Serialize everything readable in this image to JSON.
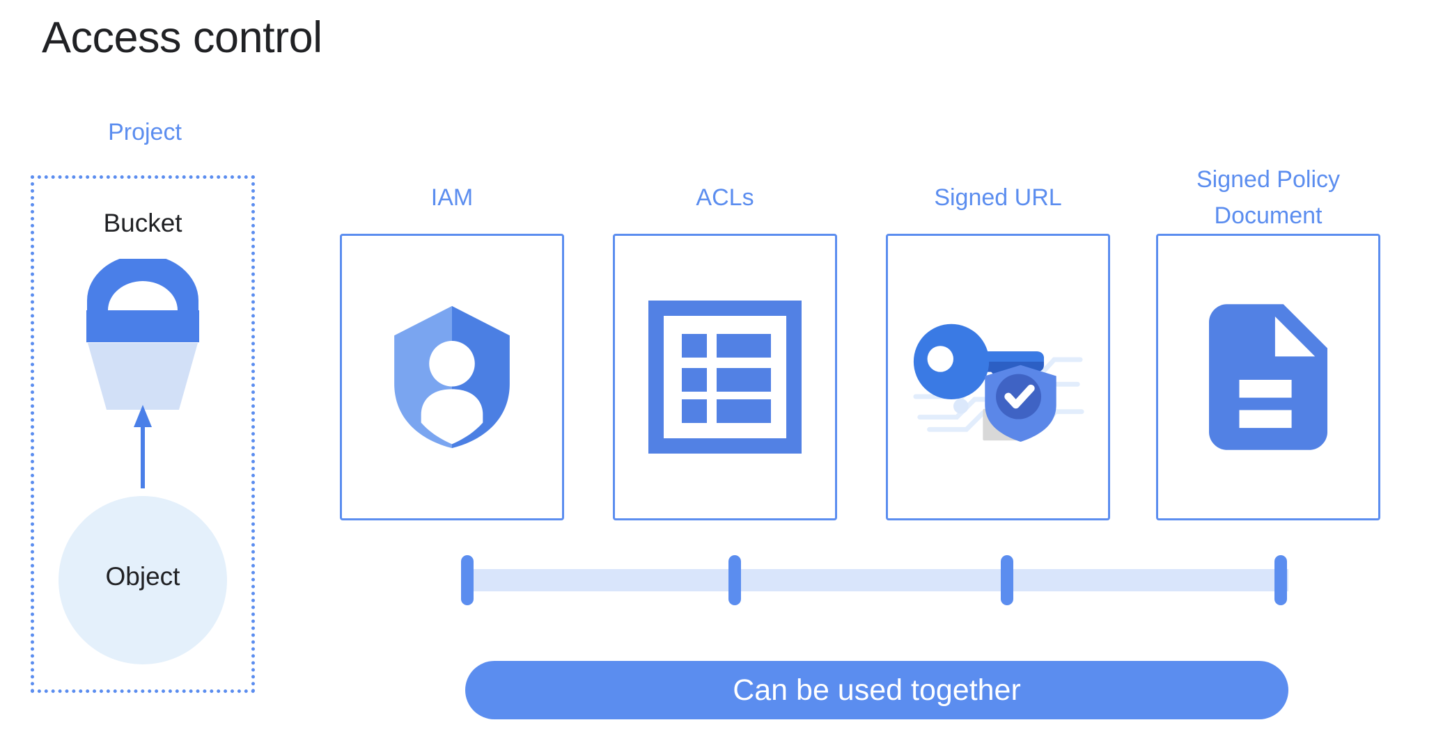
{
  "page": {
    "title": "Access control",
    "background": "#ffffff",
    "accent_blue": "#5b8def",
    "dark_text": "#202124"
  },
  "project_group": {
    "label": "Project",
    "border_style": "dotted",
    "border_color": "#5b8def",
    "bucket": {
      "label": "Bucket",
      "icon": "bucket-icon",
      "handle_color": "#4a7fe8",
      "band_color": "#4a7fe8",
      "body_color": "#d2e0f7"
    },
    "arrow": {
      "icon": "arrow-up-icon",
      "color": "#4a7fe8",
      "direction": "object-to-bucket"
    },
    "object": {
      "label": "Object",
      "icon": "object-circle-icon",
      "fill_color": "#e4f0fb"
    }
  },
  "methods": [
    {
      "label": "IAM",
      "icon": "shield-person-icon",
      "icon_colors": {
        "left": "#7aa5f0",
        "right": "#4b7fe3",
        "figure": "#ffffff"
      }
    },
    {
      "label": "ACLs",
      "icon": "list-frame-icon",
      "icon_colors": {
        "primary": "#5281e4",
        "background": "#ffffff"
      },
      "rows": 3
    },
    {
      "label": "Signed URL",
      "icon": "key-shield-lock-icon",
      "icon_colors": {
        "key_head": "#3a7ae4",
        "key_shaft": "#2c5fc4",
        "shield": "#5b87e8",
        "badge": "#3f63c4",
        "check": "#ffffff",
        "padlock": "#d6d6d6",
        "circuit": "#e2edfc"
      }
    },
    {
      "label": "Signed Policy Document",
      "icon": "document-page-icon",
      "icon_colors": {
        "page": "#5281e4",
        "lines": "#ffffff",
        "fold": "#ffffff"
      },
      "lines": 2
    }
  ],
  "connector": {
    "type": "slider-track",
    "track_color": "#d9e5fb",
    "tick_color": "#5b8def",
    "tick_count": 4
  },
  "together_banner": {
    "label": "Can be used together",
    "background": "#5b8def",
    "text_color": "#ffffff"
  }
}
